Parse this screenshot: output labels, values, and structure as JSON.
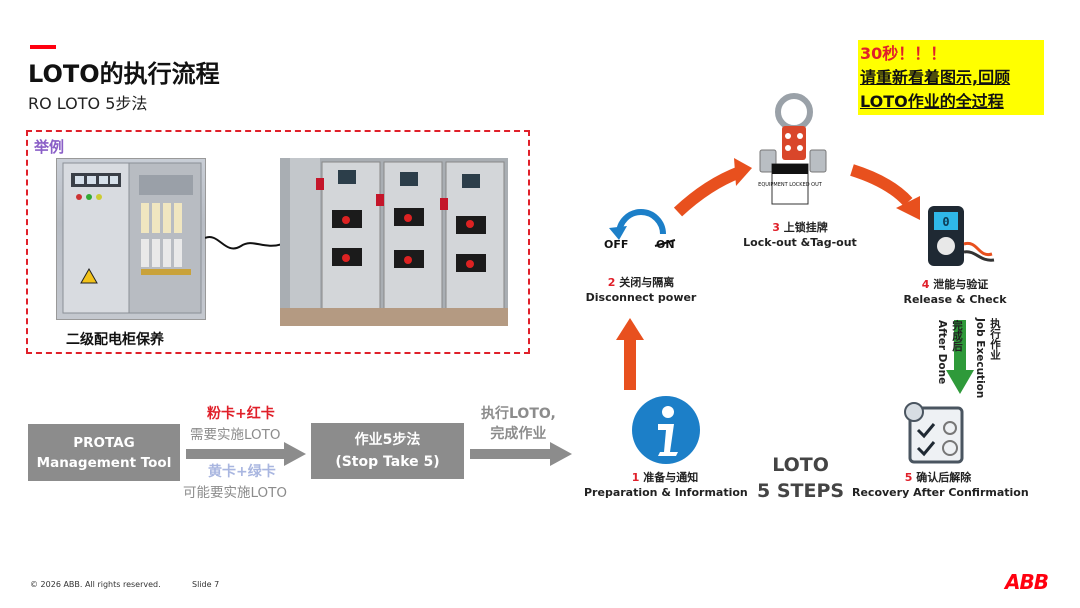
{
  "header": {
    "title": "LOTO的执行流程",
    "subtitle": "RO LOTO 5步法"
  },
  "example": {
    "label": "举例",
    "caption": "二级配电柜保养"
  },
  "flow": {
    "protag_line1": "PROTAG",
    "protag_line2": "Management Tool",
    "red_label": "粉卡+红卡",
    "red_sub": "需要实施LOTO",
    "yellow_label": "黄卡+绿卡",
    "yellow_sub": "可能要实施LOTO",
    "steps_line1": "作业5步法",
    "steps_line2": "(Stop Take 5)",
    "exec_line1": "执行LOTO,",
    "exec_line2": "完成作业"
  },
  "note": {
    "line1": "30秒！！！",
    "line2": "请重新看着图示,回顾",
    "line3": "LOTO作业的全过程"
  },
  "cycle": {
    "center_line1": "LOTO",
    "center_line2": "5 STEPS",
    "off_label": "OFF",
    "on_label": "ON",
    "steps": [
      {
        "num": "1",
        "cn": "准备与通知",
        "en": "Preparation & Information"
      },
      {
        "num": "2",
        "cn": "关闭与隔离",
        "en": "Disconnect power"
      },
      {
        "num": "3",
        "cn": "上锁挂牌",
        "en": "Lock-out &Tag-out"
      },
      {
        "num": "4",
        "cn": "泄能与验证",
        "en": "Release & Check"
      },
      {
        "num": "5",
        "cn": "确认后解除",
        "en": "Recovery After Confirmation"
      }
    ],
    "job_exec_cn": "执行作业",
    "job_exec_en": "Job Execution",
    "after_done_cn": "完成后",
    "after_done_en": "After Done",
    "tag_text": "EQUIPMENT LOCKED OUT"
  },
  "footer": {
    "copyright": "© 2026 ABB. All rights reserved.",
    "slide": "Slide 7",
    "logo": "ABB"
  },
  "colors": {
    "brand_red": "#ff000f",
    "arrow_orange": "#e8501e",
    "info_blue": "#1c7fc8",
    "arrow_green": "#2f9a3a",
    "gray_box": "#8c8c8c",
    "note_yellow": "#ffff00"
  }
}
